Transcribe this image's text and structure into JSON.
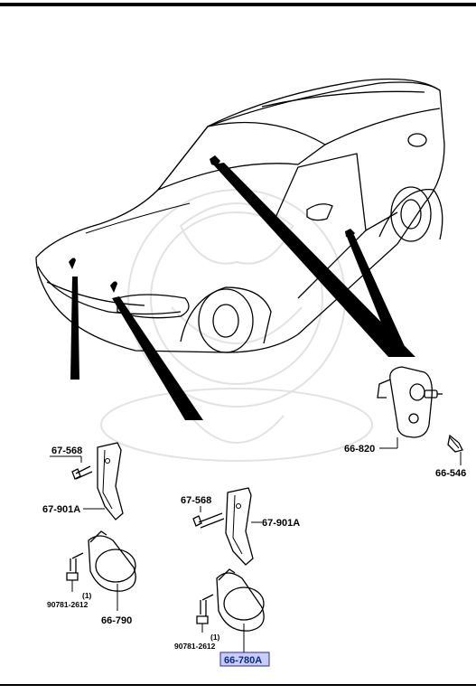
{
  "parts": {
    "left_bolt_upper": "67-568",
    "left_bracket": "67-901A",
    "left_bolt_lower_qty": "(1)",
    "left_bolt_lower": "90781-2612",
    "left_horn": "66-790",
    "mid_bolt_upper": "67-568",
    "mid_bracket": "67-901A",
    "mid_bolt_lower_qty": "(1)",
    "mid_bolt_lower": "90781-2612",
    "mid_horn": "66-780A",
    "door_switch": "66-820",
    "door_switch_screw": "66-546"
  },
  "highlight_color": "#c9cdf5"
}
